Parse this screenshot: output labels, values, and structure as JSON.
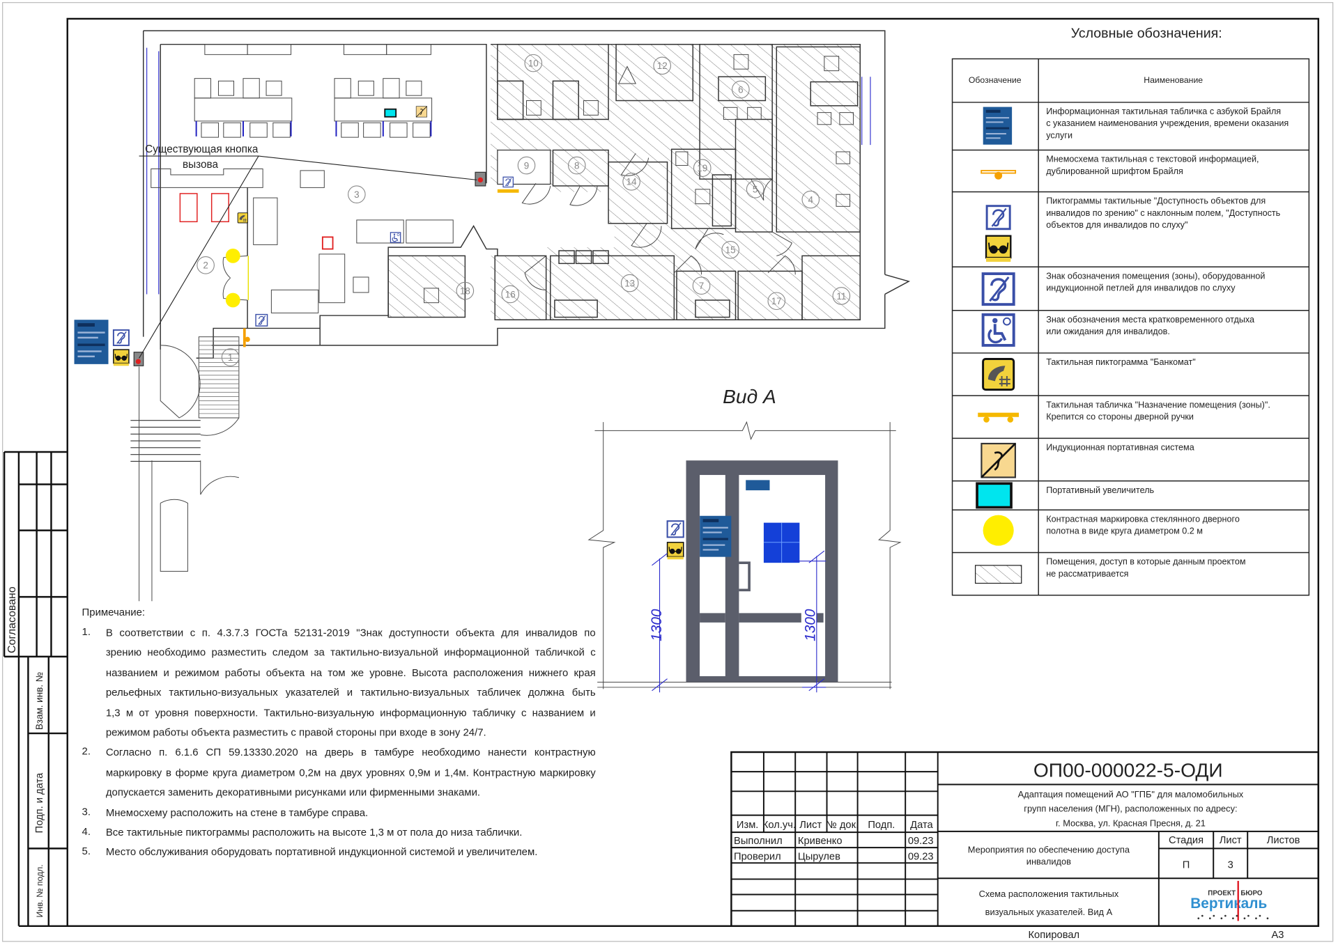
{
  "legend": {
    "title": "Условные обозначения:",
    "col_symbol": "Обозначение",
    "col_name": "Наименование",
    "rows": [
      {
        "icon": "info-braille-plate-icon",
        "lines": [
          "Информационная тактильная табличка с азбукой Брайля",
          "с указанием наименования учреждения, времени оказания",
          "услуги"
        ]
      },
      {
        "icon": "tactile-mnemonic-icon",
        "lines": [
          "Мнемосхема тактильная с текстовой информацией,",
          "дублированной шрифтом Брайля"
        ]
      },
      {
        "icon": "hearing-vision-pictograms-icon",
        "lines": [
          "Пиктограммы тактильные \"Доступность объектов для",
          "инвалидов по зрению\" с наклонным полем, \"Доступность",
          "объектов для инвалидов по слуху\""
        ]
      },
      {
        "icon": "induction-loop-sign-icon",
        "lines": [
          "Знак обозначения помещения (зоны), оборудованной",
          "индукционной петлей для инвалидов по слуху"
        ]
      },
      {
        "icon": "wheelchair-rest-icon",
        "lines": [
          "Знак обозначения места кратковременного отдыха",
          "или ожидания для инвалидов."
        ]
      },
      {
        "icon": "atm-pictogram-icon",
        "lines": [
          "Тактильная пиктограмма \"Банкомат\""
        ]
      },
      {
        "icon": "room-plate-icon",
        "lines": [
          "Тактильная табличка \"Назначение помещения (зоны)\".",
          "Крепится со стороны дверной ручки"
        ]
      },
      {
        "icon": "portable-induction-icon",
        "lines": [
          "Индукционная портативная система"
        ]
      },
      {
        "icon": "magnifier-icon",
        "lines": [
          "Портативный увеличитель"
        ]
      },
      {
        "icon": "contrast-circle-icon",
        "lines": [
          "Контрастная маркировка стеклянного дверного",
          "полотна в виде круга диаметром 0.2 м"
        ]
      },
      {
        "icon": "hatch-icon",
        "lines": [
          "Помещения, доступ в которые данным проектом",
          "не рассматривается"
        ]
      }
    ]
  },
  "plan": {
    "callout": [
      "Существующая кнопка",
      "вызова"
    ],
    "rooms": [
      "1",
      "2",
      "3",
      "4",
      "5",
      "6",
      "7",
      "8",
      "9",
      "10",
      "11",
      "12",
      "13",
      "14",
      "15",
      "16",
      "17",
      "18",
      "19"
    ]
  },
  "view_a": {
    "title": "Вид А",
    "dim_left": "1300",
    "dim_right": "1300"
  },
  "notes": {
    "heading": "Примечание:",
    "items": [
      {
        "num": "1.",
        "lines": [
          "В соответствии с п. 4.3.7.3 ГОСТа 52131-2019 \"Знак доступности объекта для инвалидов по",
          "зрению необходимо разместить следом за тактильно-визуальной информационной табличкой с",
          "названием и режимом работы объекта на том же уровне. Высота расположения нижнего края",
          "рельефных тактильно-визуальных указателей и тактильно-визуальных табличек должна быть",
          "1,3 м от уровня поверхности. Тактильно-визуальную информационную табличку с названием и",
          "режимом работы объекта разместить с правой стороны при входе в зону 24/7."
        ]
      },
      {
        "num": "2.",
        "lines": [
          "Согласно п. 6.1.6 СП 59.13330.2020 на дверь в тамбуре необходимо нанести контрастную",
          "маркировку в форме круга диаметром 0,2м на двух уровнях 0,9м и 1,4м. Контрастную маркировку",
          "допускается заменить декоративными рисунками или фирменными знаками."
        ]
      },
      {
        "num": "3.",
        "lines": [
          "Мнемосхему расположить на стене в тамбуре справа."
        ]
      },
      {
        "num": "4.",
        "lines": [
          "Все тактильные пиктограммы расположить на высоте 1,3 м от пола до низа таблички."
        ]
      },
      {
        "num": "5.",
        "lines": [
          "Место обслуживания оборудовать портативной индукционной системой и увеличителем."
        ]
      }
    ]
  },
  "title_block": {
    "doc_code": "ОП00-000022-5-ОДИ",
    "project": [
      "Адаптация помещений АО \"ГПБ\" для маломобильных",
      "групп населения (МГН), расположенных по адресу:",
      "г. Москва, ул. Красная Пресня, д. 21"
    ],
    "headers": [
      "Изм.",
      "Кол.уч.",
      "Лист",
      "№ док.",
      "Подп.",
      "Дата"
    ],
    "rows": [
      {
        "role": "Выполнил",
        "name": "Кривенко",
        "date": "09.23"
      },
      {
        "role": "Проверил",
        "name": "Цырулев",
        "date": "09.23"
      }
    ],
    "section": [
      "Мероприятия по обеспечению доступа",
      "инвалидов"
    ],
    "stage_label": "Стадия",
    "sheet_label": "Лист",
    "sheets_label": "Листов",
    "stage": "П",
    "sheet": "3",
    "sheet_title": [
      "Схема расположения тактильных",
      "визуальных указателей. Вид А"
    ],
    "logo": {
      "top_left": "ПРОЕКТ",
      "top_right": "БЮРО",
      "name": "Вертикаль"
    },
    "copied_label": "Копировал",
    "format": "А3"
  },
  "side_stamp": {
    "agreed": "Согласовано",
    "replaced_inv": "Взам. инв. №",
    "sign_date": "Подп. и дата",
    "inv_orig": "Инв. № подл."
  },
  "colors": {
    "sign_blue": "#1f5a99",
    "pictogram_yellow": "#f2d23c",
    "contrast_yellow": "#ffee00",
    "mnemonic_orange": "#f5a000",
    "magnifier_cyan": "#00e5ee",
    "door_frame": "#5b5e6b",
    "dimension_blue": "#2a2acc",
    "logo_blue": "#2f8fd0",
    "logo_red": "#e0202a"
  }
}
